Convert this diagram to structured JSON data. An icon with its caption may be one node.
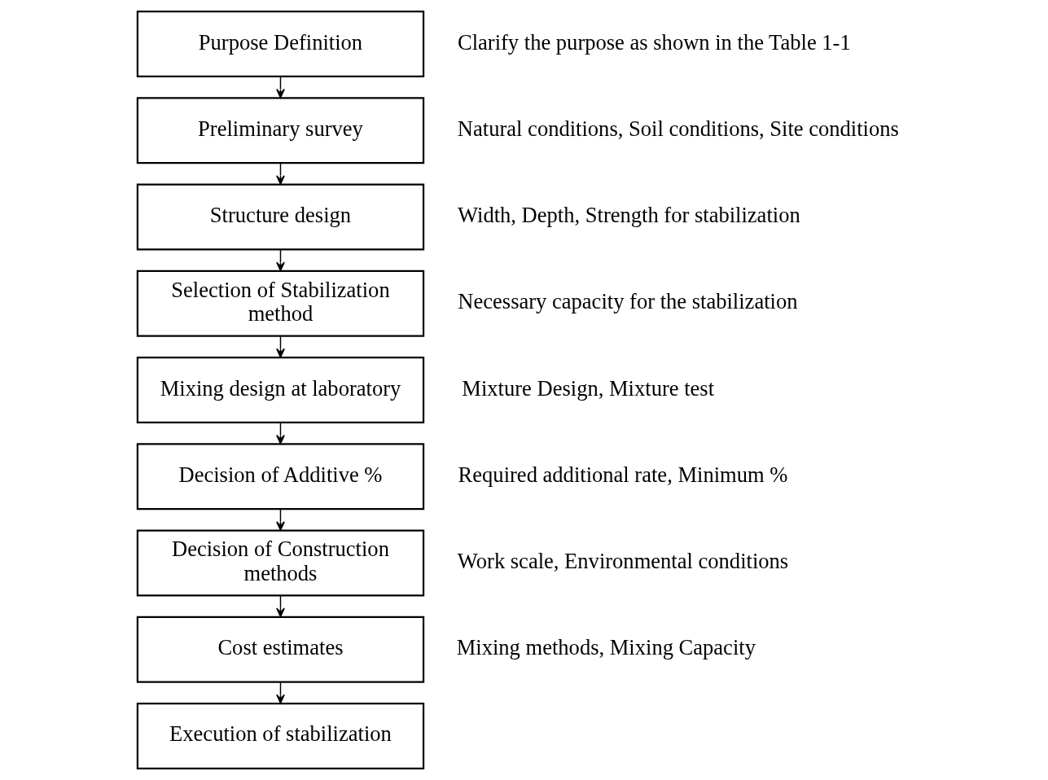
{
  "diagram": {
    "nodes": [
      {
        "text": [
          "Purpose Definition"
        ],
        "beside": [
          "Clarify the purpose as shown in the Table 1-1"
        ]
      },
      {
        "text": [
          "Preliminary survey"
        ],
        "beside": [
          "Natural conditions, Soil conditions, Site conditions"
        ]
      },
      {
        "text": [
          "Structure design"
        ],
        "beside": [
          "Width, Depth, Strength for stabilization"
        ]
      },
      {
        "text": [
          "Selection of Stabilization method"
        ],
        "beside": [
          "Necessary capacity for the stabilization"
        ]
      },
      {
        "text": [
          "Mixing design at laboratory"
        ],
        "beside": [
          "Mixture Design, Mixture test"
        ]
      },
      {
        "text": [
          "Decision of Additive %"
        ],
        "beside": [
          "Required additional rate, Minimum %"
        ]
      },
      {
        "text": [
          "Decision of Construction methods"
        ],
        "beside": [
          "Work scale, Environmental conditions"
        ]
      },
      {
        "text": [
          "Cost estimates"
        ],
        "beside": [
          "Mixing methods, Mixing Capacity"
        ]
      },
      {
        "text": [
          "Execution of stabilization"
        ]
      }
    ],
    "edges": [
      {
        "from": 0,
        "to": 1,
        "arrow": "to"
      },
      {
        "from": 1,
        "to": 2,
        "arrow": "to"
      },
      {
        "from": 2,
        "to": 3,
        "arrow": "to"
      },
      {
        "from": 3,
        "to": 4,
        "arrow": "to"
      },
      {
        "from": 4,
        "to": 5,
        "arrow": "to"
      },
      {
        "from": 5,
        "to": 6,
        "arrow": "to"
      },
      {
        "from": 6,
        "to": 7,
        "arrow": "to"
      },
      {
        "from": 7,
        "to": 8,
        "arrow": "to"
      }
    ]
  }
}
